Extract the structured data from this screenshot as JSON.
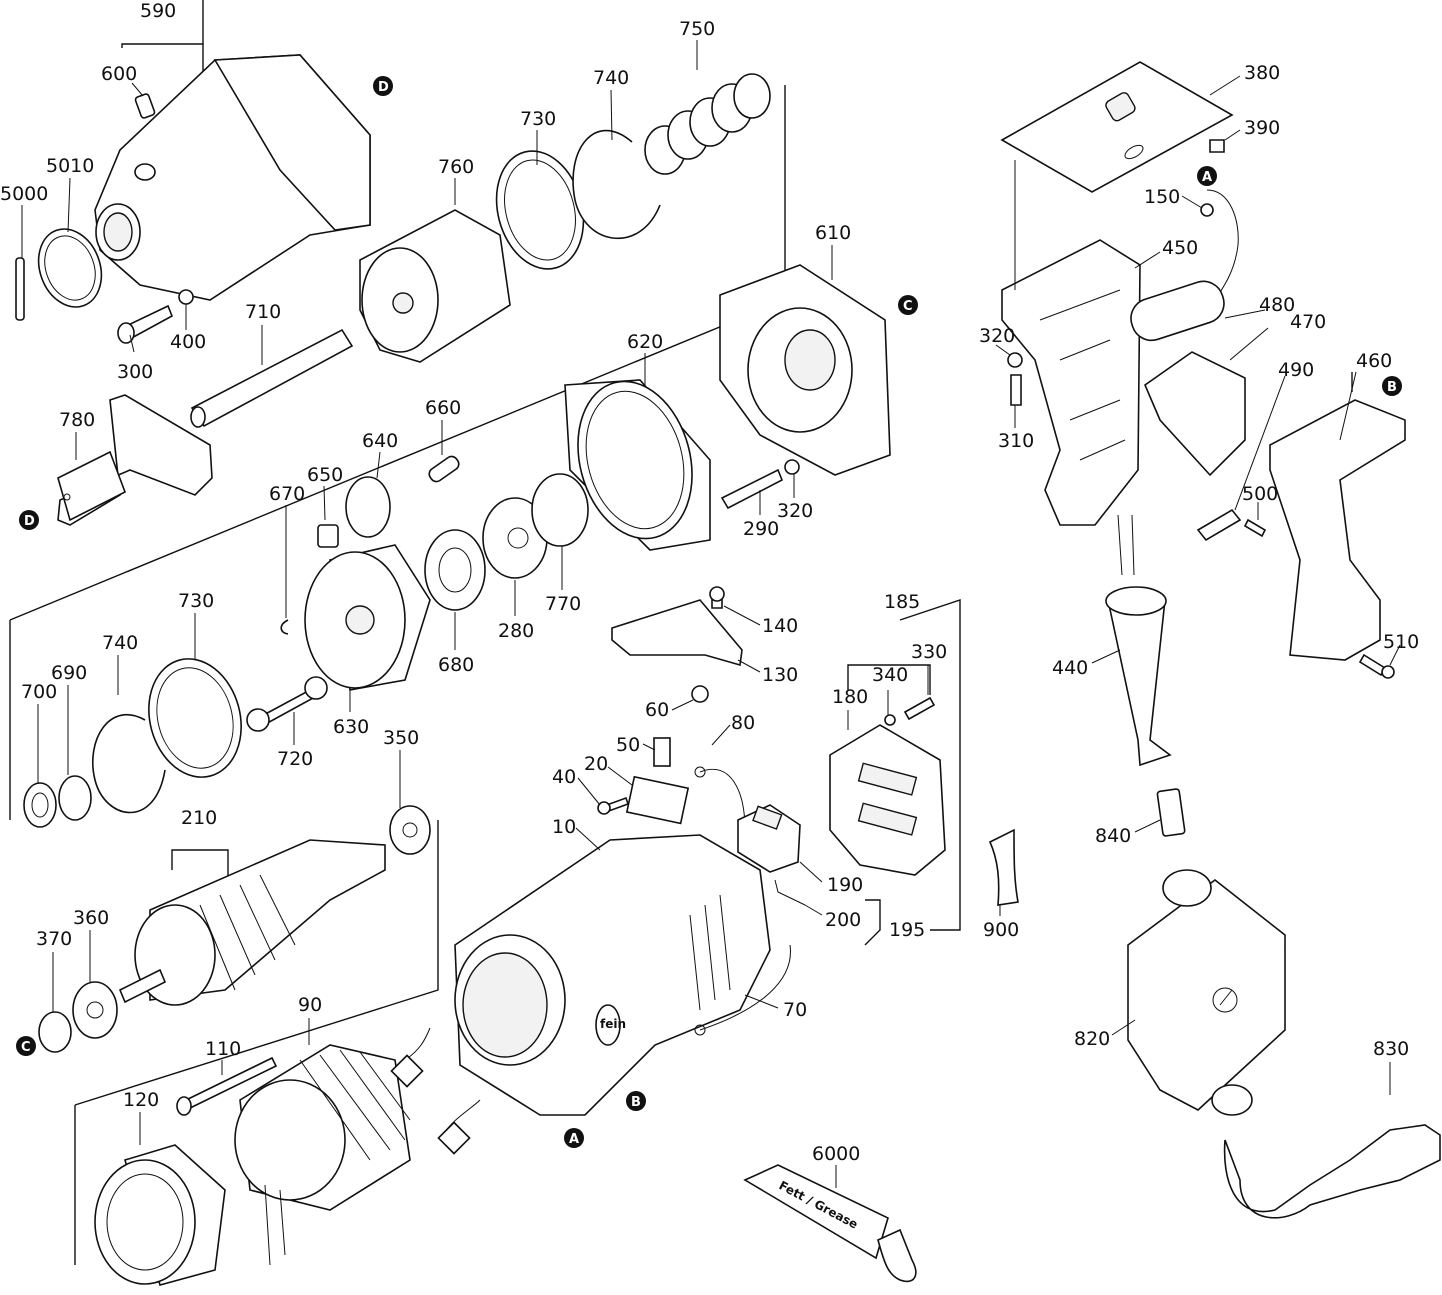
{
  "labels": {
    "p590": "590",
    "p600": "600",
    "p5010": "5010",
    "p5000": "5000",
    "p300": "300",
    "p400": "400",
    "p710": "710",
    "p780": "780",
    "p750": "750",
    "p740a": "740",
    "p730a": "730",
    "p760": "760",
    "p610": "610",
    "p620": "620",
    "p660": "660",
    "p640": "640",
    "p650": "650",
    "p670": "670",
    "p290": "290",
    "p320a": "320",
    "p280": "280",
    "p770": "770",
    "p680": "680",
    "p630": "630",
    "p720": "720",
    "p730b": "730",
    "p740b": "740",
    "p690": "690",
    "p700": "700",
    "p350": "350",
    "p210": "210",
    "p360": "360",
    "p370": "370",
    "p90": "90",
    "p110": "110",
    "p120": "120",
    "p140": "140",
    "p130": "130",
    "p60": "60",
    "p80": "80",
    "p50": "50",
    "p40": "40",
    "p20": "20",
    "p10": "10",
    "p185": "185",
    "p340": "340",
    "p330": "330",
    "p180": "180",
    "p190": "190",
    "p200": "200",
    "p195": "195",
    "p900": "900",
    "p70": "70",
    "p6000": "6000",
    "p380": "380",
    "p390": "390",
    "p150": "150",
    "p450": "450",
    "p320b": "320",
    "p310": "310",
    "p480": "480",
    "p470": "470",
    "p490": "490",
    "p460": "460",
    "p500": "500",
    "p510": "510",
    "p440": "440",
    "p840": "840",
    "p820": "820",
    "p830": "830"
  },
  "markers": {
    "A": "A",
    "B": "B",
    "C": "C",
    "D": "D"
  },
  "tube_text": "Fett / Grease",
  "logo_text": "fein"
}
